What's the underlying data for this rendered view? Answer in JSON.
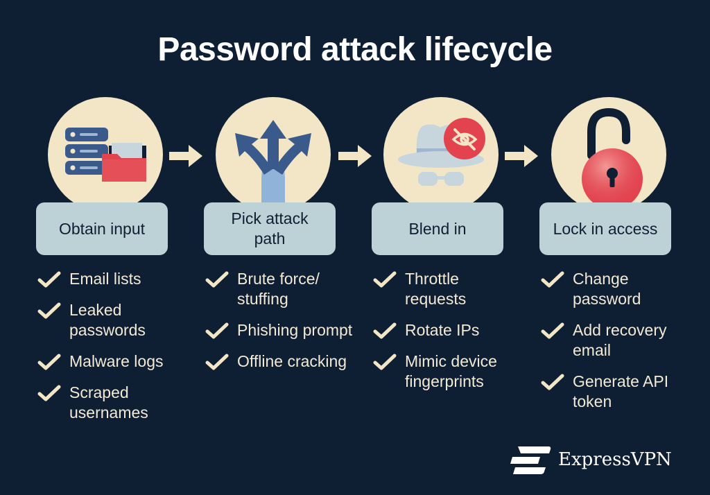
{
  "title": "Password attack lifecycle",
  "stages": [
    {
      "label": "Obtain input",
      "icon": "database-folder-icon",
      "items": [
        "Email lists",
        "Leaked passwords",
        "Malware logs",
        "Scraped usernames"
      ]
    },
    {
      "label": "Pick attack path",
      "icon": "branching-arrows-icon",
      "items": [
        "Brute force/ stuffing",
        "Phishing prompt",
        "Offline cracking"
      ]
    },
    {
      "label": "Blend in",
      "icon": "incognito-eye-slash-icon",
      "items": [
        "Throttle requests",
        "Rotate IPs",
        "Mimic device fingerprints"
      ]
    },
    {
      "label": "Lock in access",
      "icon": "open-padlock-icon",
      "items": [
        "Change password",
        "Add recovery email",
        "Generate API token"
      ]
    }
  ],
  "brand": {
    "name": "ExpressVPN"
  },
  "colors": {
    "background": "#0f1f33",
    "circle": "#f2e6c7",
    "label_box": "#bcd2d6",
    "accent_red": "#e2434f",
    "icon_blue": "#3b5a8c",
    "text": "#f3ead6"
  }
}
